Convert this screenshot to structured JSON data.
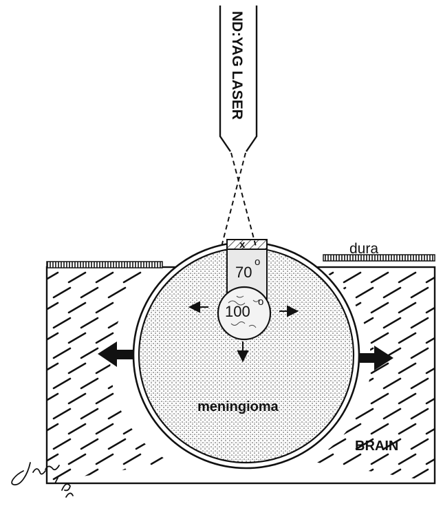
{
  "labels": {
    "laser": "ND:YAG LASER",
    "dura": "dura",
    "zone_outer": "70",
    "zone_inner": "100",
    "degree": "o",
    "tumor": "meningioma",
    "brain": "BRAIN",
    "signature": "Jaan '84"
  },
  "colors": {
    "ink": "#111111",
    "paper": "#ffffff"
  }
}
